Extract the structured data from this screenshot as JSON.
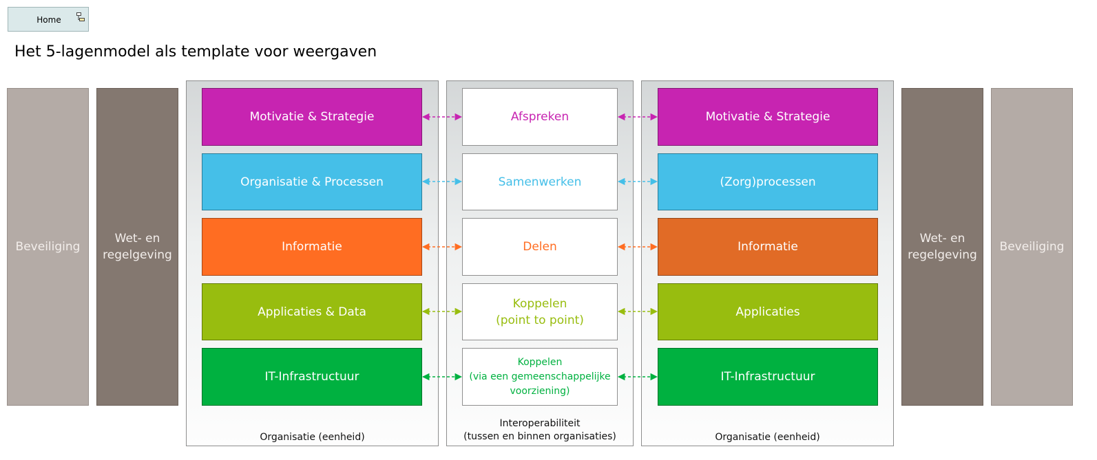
{
  "home": {
    "label": "Home",
    "icon": "hierarchy-icon"
  },
  "title": "Het 5-lagenmodel als template voor weergaven",
  "side_labels": {
    "security": "Beveiliging",
    "legislation": "Wet- en\nregelgeving"
  },
  "left_panel": {
    "caption": "Organisatie (eenheid)",
    "layers": [
      {
        "label": "Motivatie & Strategie"
      },
      {
        "label": "Organisatie & Processen"
      },
      {
        "label": "Informatie"
      },
      {
        "label": "Applicaties & Data"
      },
      {
        "label": "IT-Infrastructuur"
      }
    ]
  },
  "middle_panel": {
    "caption": "Interoperabiliteit\n(tussen en binnen organisaties)",
    "items": [
      {
        "label": "Afspreken"
      },
      {
        "label": "Samenwerken"
      },
      {
        "label": "Delen"
      },
      {
        "label": "Koppelen\n(point to point)"
      },
      {
        "label": "Koppelen\n(via een gemeenschappelijke\nvoorziening)"
      }
    ]
  },
  "right_panel": {
    "caption": "Organisatie (eenheid)",
    "layers": [
      {
        "label": "Motivatie & Strategie"
      },
      {
        "label": "(Zorg)processen"
      },
      {
        "label": "Informatie"
      },
      {
        "label": "Applicaties"
      },
      {
        "label": "IT-Infrastructuur"
      }
    ]
  },
  "colors": {
    "strategy": "#c724b1",
    "process": "#45bfe8",
    "information_left": "#ff6d22",
    "information_right": "#e16b26",
    "applications": "#98bd0f",
    "infrastructure": "#00b140",
    "side_light": "#b4aba6",
    "side_dark": "#847870"
  }
}
